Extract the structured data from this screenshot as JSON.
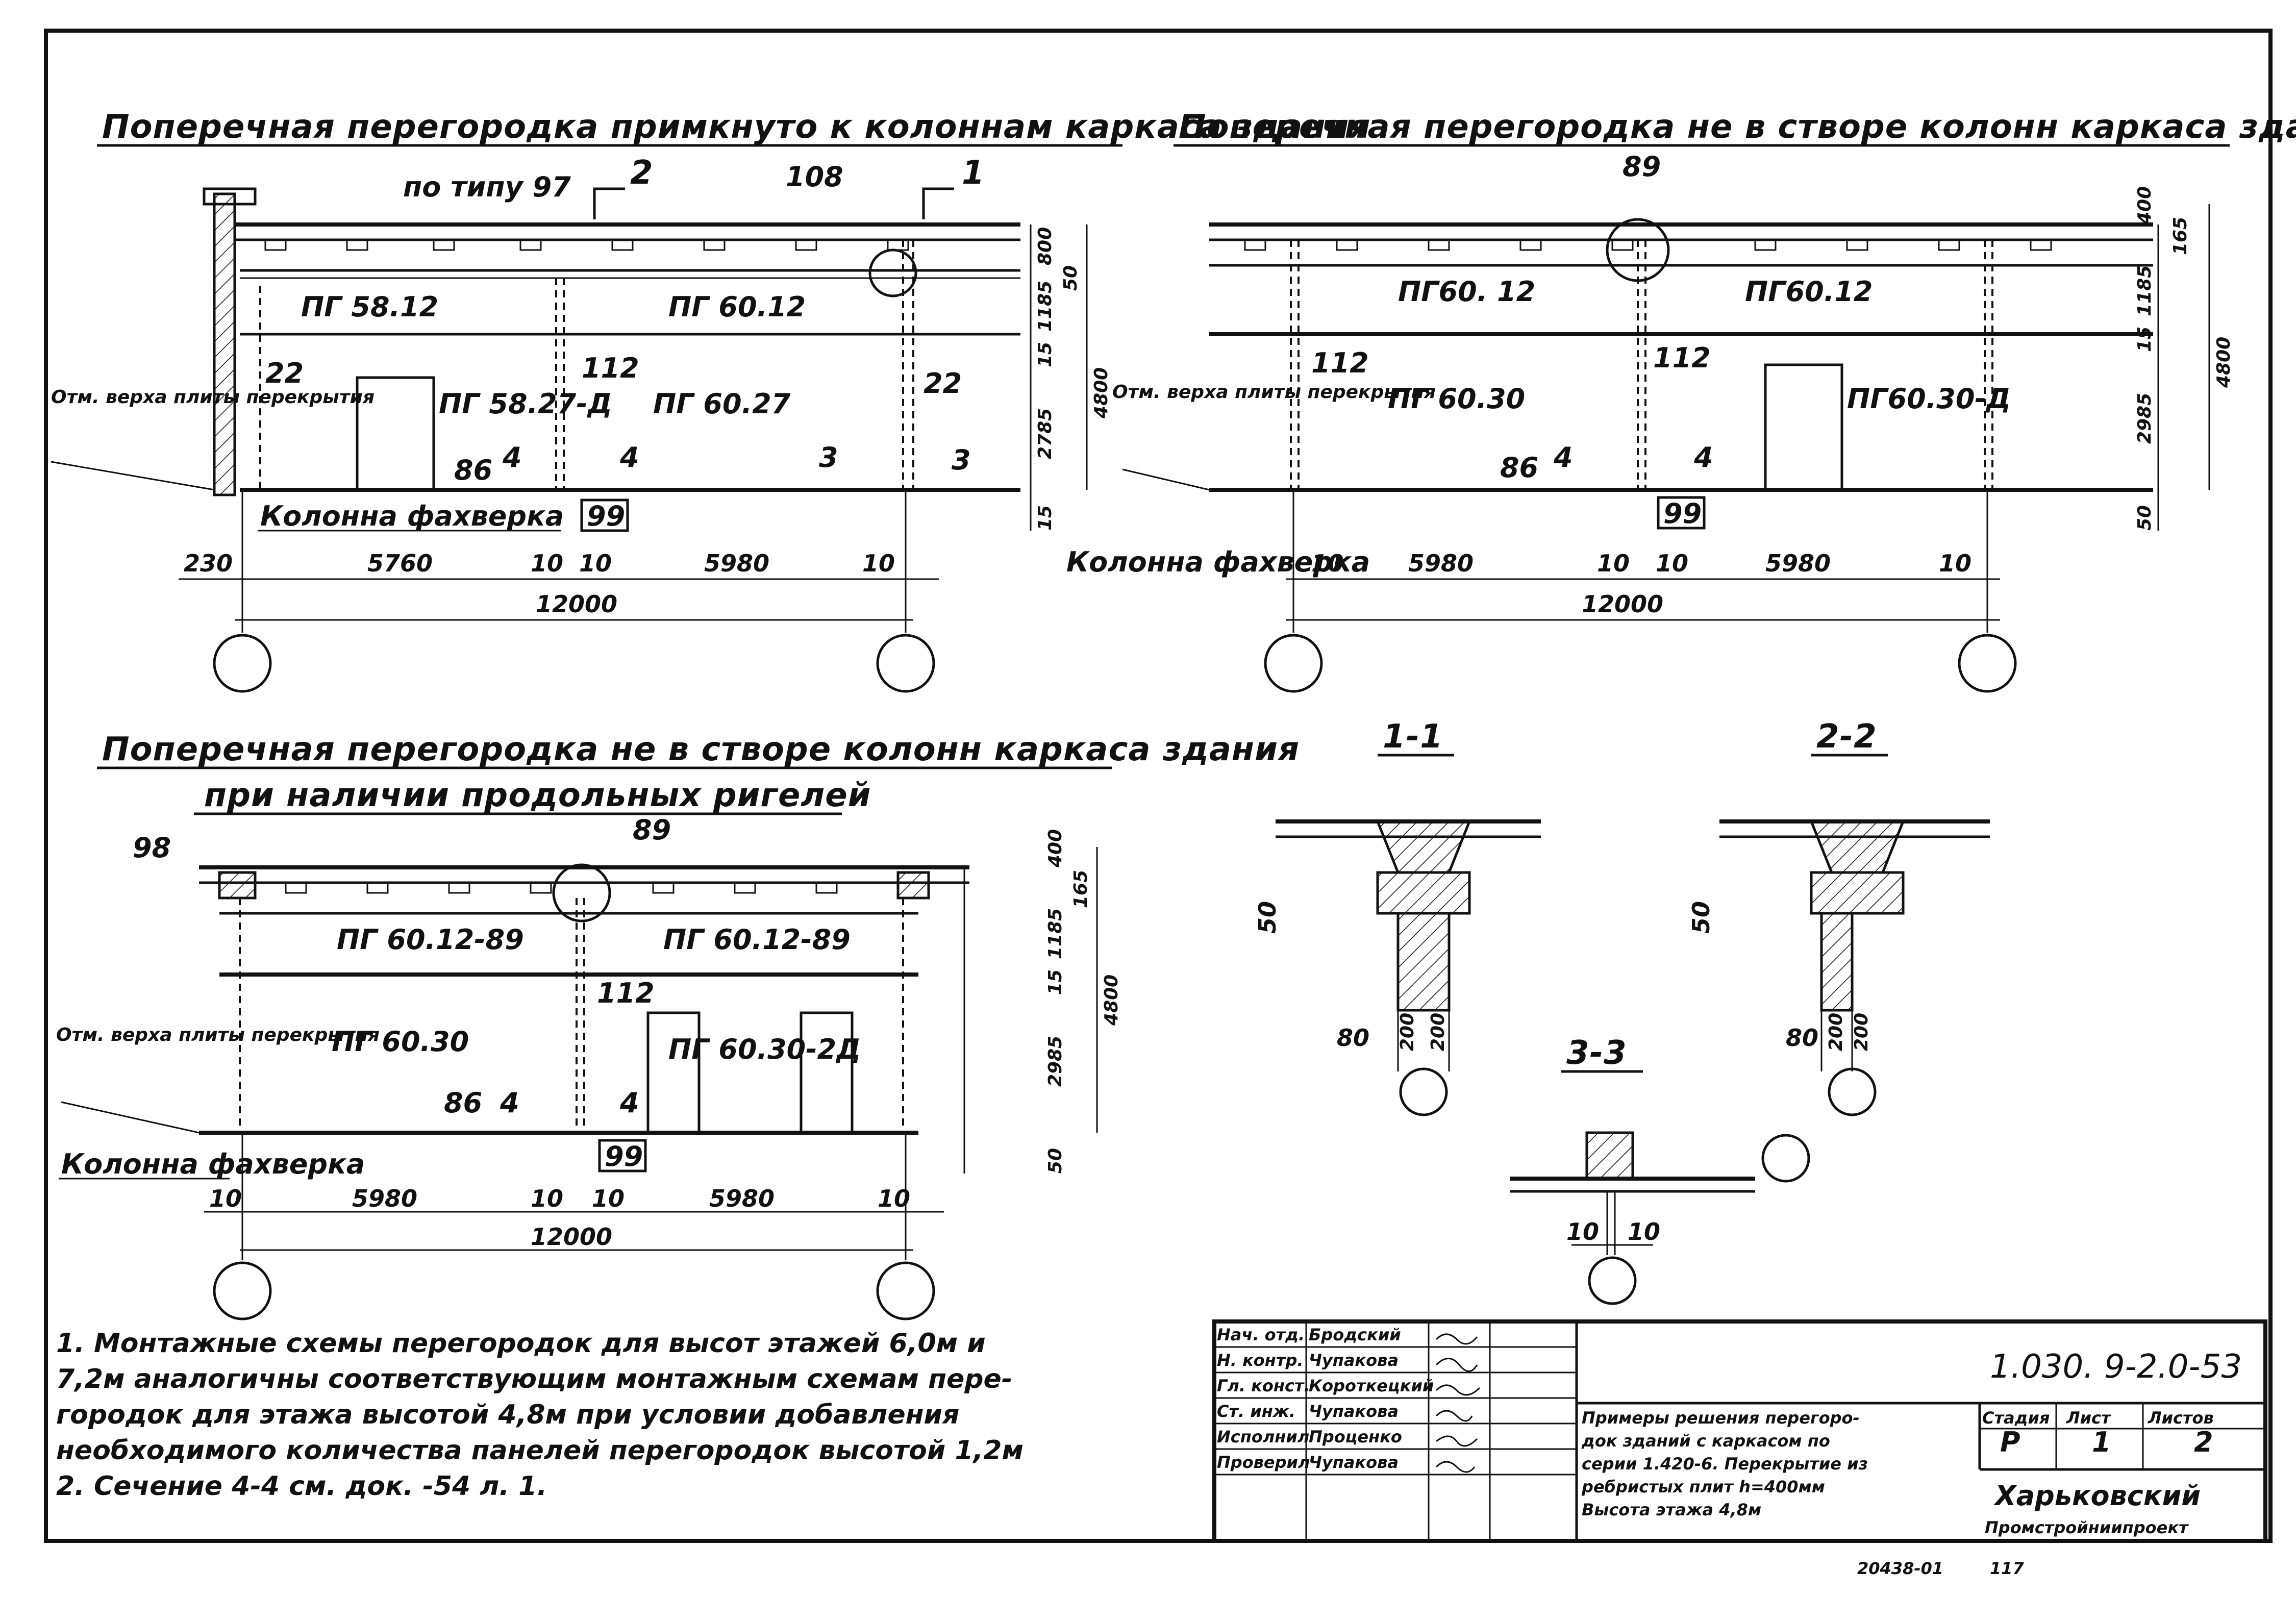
{
  "titles": {
    "view1": "Поперечная перегородка примкнуто к колоннам каркаса здания",
    "view2": "Поперечная перегородка не в створе колонн каркаса здания",
    "view3_line1": "Поперечная перегородка не в створе колонн каркаса здания",
    "view3_line2": "при наличии продольных ригелей",
    "sec11": "1-1",
    "sec22": "2-2",
    "sec33": "3-3"
  },
  "view1": {
    "note_top": "по типу 97",
    "callout_108": "108",
    "cut_2": "2",
    "cut_1": "1",
    "panel_left_top": "ПГ 58.12",
    "panel_right_top": "ПГ 60.12",
    "panel_door": "ПГ 58.27-Д",
    "panel_right": "ПГ 60.27",
    "mark_22_left": "22",
    "mark_22_right": "22",
    "mark_112": "112",
    "mark_86": "86",
    "mark_99": "99",
    "cut_4a": "4",
    "cut_4b": "4",
    "cut_3a": "3",
    "cut_3b": "3",
    "level_label": "Отм. верха плиты перекрытия",
    "column_label": "Колонна фахверка",
    "dims_bottom": [
      "230",
      "5760",
      "10",
      "10",
      "5980",
      "10"
    ],
    "dim_total": "12000",
    "dims_right": [
      "800",
      "50",
      "1185",
      "15",
      "2785",
      "15"
    ],
    "dim_height": "4800"
  },
  "view2": {
    "callout_89": "89",
    "panel_left_top": "ПГ60. 12",
    "panel_right_top": "ПГ60.12",
    "panel_left": "ПГ 60.30",
    "panel_door": "ПГ60.30-Д",
    "mark_112a": "112",
    "mark_112b": "112",
    "mark_86": "86",
    "mark_99": "99",
    "cut_4a": "4",
    "cut_4b": "4",
    "level_label": "Отм. верха плиты перекрытия",
    "column_label": "Колонна фахверка",
    "dims_bottom": [
      "10",
      "5980",
      "10",
      "10",
      "5980",
      "10"
    ],
    "dim_total": "12000",
    "dims_right": [
      "400",
      "165",
      "1185",
      "15",
      "2985",
      "50"
    ],
    "dim_height": "4800"
  },
  "view3": {
    "callout_98": "98",
    "callout_89": "89",
    "panel_left_top": "ПГ 60.12-89",
    "panel_right_top": "ПГ 60.12-89",
    "panel_left": "ПГ 60.30",
    "panel_door": "ПГ 60.30-2Д",
    "mark_112": "112",
    "mark_86": "86",
    "mark_99": "99",
    "cut_4a": "4",
    "cut_4b": "4",
    "level_label": "Отм. верха плиты перекрытия",
    "column_label": "Колонна фахверка",
    "dims_bottom": [
      "10",
      "5980",
      "10",
      "10",
      "5980",
      "10"
    ],
    "dim_total": "12000",
    "dims_right": [
      "400",
      "165",
      "1185",
      "15",
      "2985",
      "50"
    ],
    "dim_height": "4800"
  },
  "sections": {
    "s11_dims": [
      "50",
      "80",
      "200",
      "200"
    ],
    "s22_dims": [
      "50",
      "80",
      "200",
      "200"
    ],
    "s33_dims": [
      "10",
      "10"
    ]
  },
  "notes": {
    "n1_l1": "1. Монтажные схемы перегородок для высот этажей 6,0м и",
    "n1_l2": "7,2м аналогичны соответствующим монтажным схемам пере-",
    "n1_l3": "городок для этажа высотой 4,8м при условии добавления",
    "n1_l4": "необходимого количества панелей перегородок высотой 1,2м",
    "n2": "2. Сечение 4-4 см. док. -54 л. 1."
  },
  "titleblock": {
    "rows": [
      {
        "role": "Нач. отд.",
        "name": "Бродский"
      },
      {
        "role": "Н. контр.",
        "name": "Чупакова"
      },
      {
        "role": "Гл. конст.",
        "name": "Короткецкий"
      },
      {
        "role": "Ст. инж.",
        "name": "Чупакова"
      },
      {
        "role": "Исполнил",
        "name": "Проценко"
      },
      {
        "role": "Проверил",
        "name": "Чупакова"
      }
    ],
    "code": "1.030. 9-2.0-53",
    "desc_l1": "Примеры решения перегоро-",
    "desc_l2": "док зданий с каркасом по",
    "desc_l3": "серии 1.420-6. Перекрытие из",
    "desc_l4": "ребристых плит h=400мм",
    "desc_l5": "Высота этажа 4,8м",
    "stage_h": "Стадия",
    "sheet_h": "Лист",
    "sheets_h": "Листов",
    "stage_v": "Р",
    "sheet_v": "1",
    "sheets_v": "2",
    "org_l1": "Харьковский",
    "org_l2": "Промстройниипроект",
    "footer_inv": "20438-01",
    "footer_page": "117"
  }
}
